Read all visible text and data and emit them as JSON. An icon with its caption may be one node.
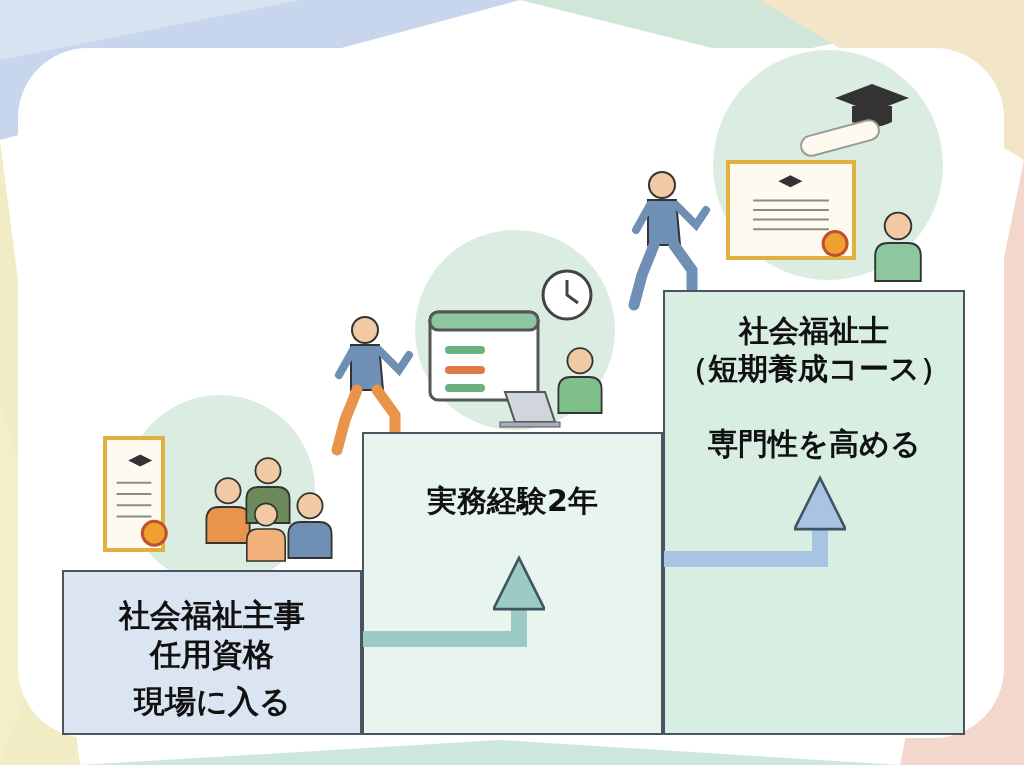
{
  "diagram": {
    "nodes": [
      {
        "text": [
          "社会福祉主事任用資格",
          "現場に入る"
        ]
      },
      {
        "text": [
          "実務経験2年"
        ]
      },
      {
        "text": [
          "社会福祉士",
          "（短期養成コース）",
          "専門性を高める"
        ]
      }
    ],
    "edges": [
      {
        "from": 0,
        "to": 1,
        "arrow": "to",
        "color": "#9ccbc6"
      },
      {
        "from": 1,
        "to": 2,
        "arrow": "to",
        "color": "#a9c3e3"
      }
    ]
  }
}
